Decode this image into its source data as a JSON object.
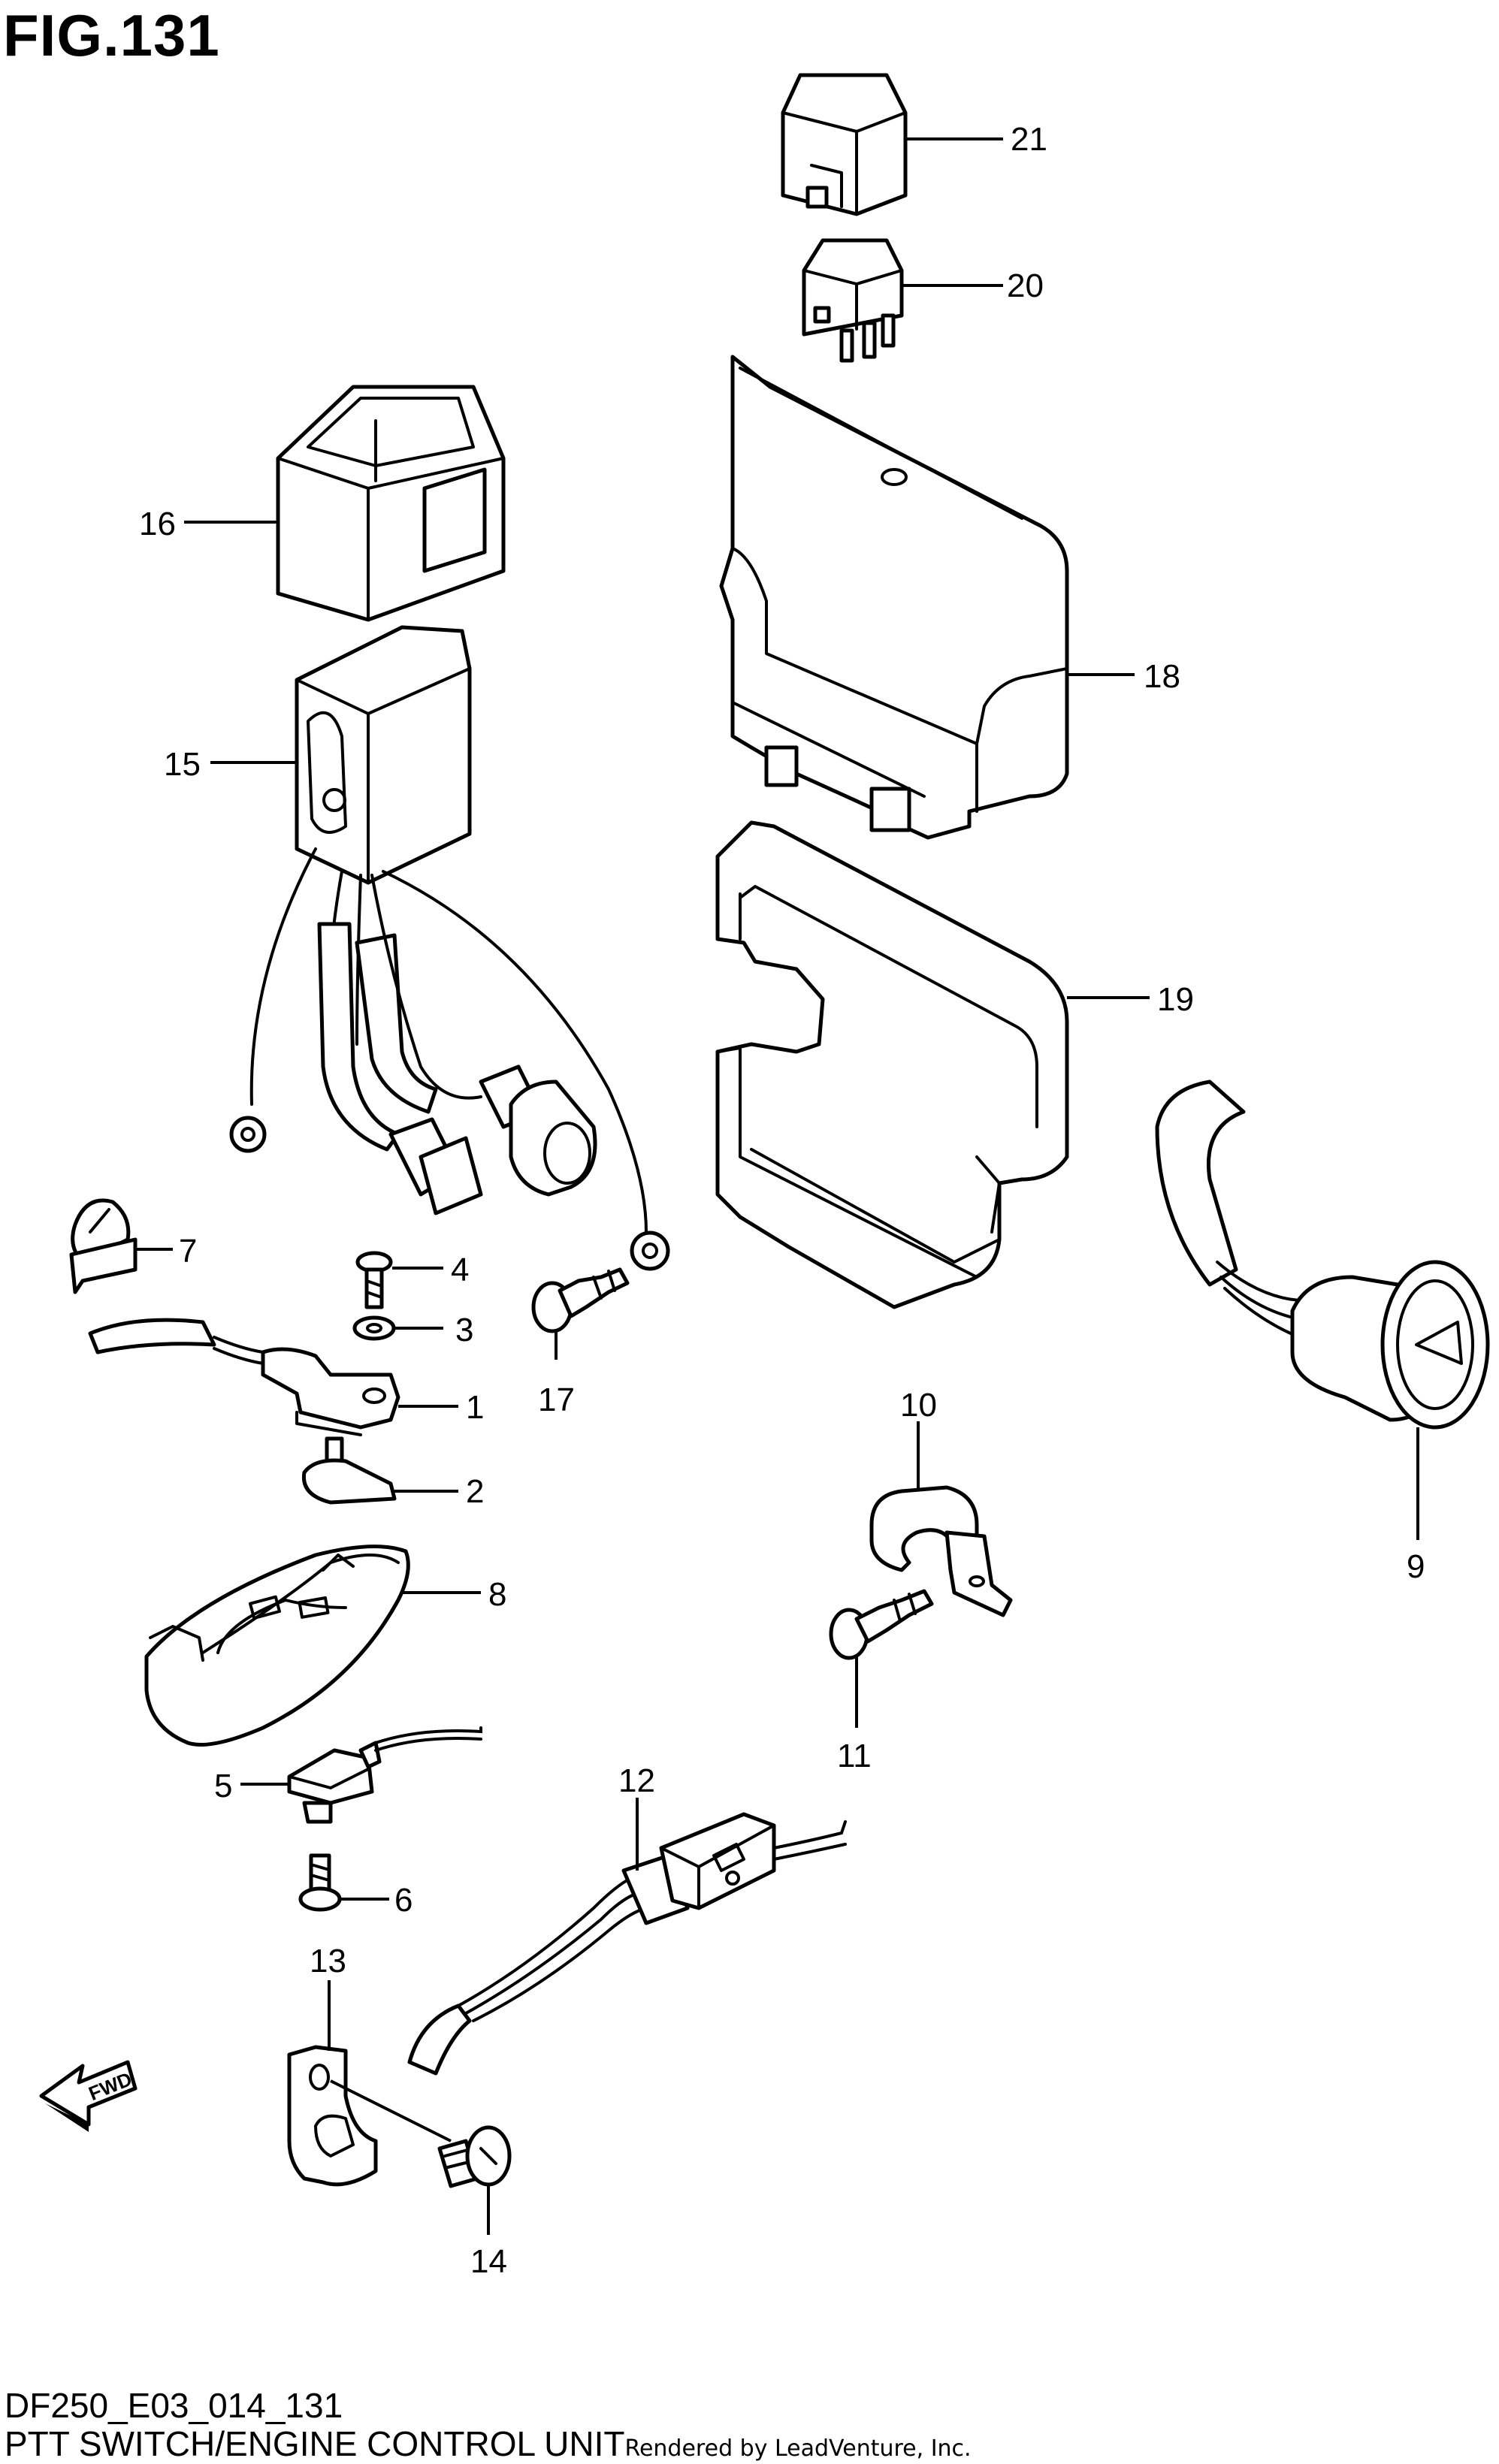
{
  "figure": {
    "title": "FIG.131"
  },
  "footer": {
    "model_code": "DF250_E03_014_131",
    "diagram_title": "PTT SWITCH/ENGINE CONTROL UNIT",
    "credit": "Rendered by LeadVenture, Inc."
  },
  "direction_marker": {
    "label": "FWD",
    "icon": "fwd-arrow-icon"
  },
  "callouts": [
    "1",
    "2",
    "3",
    "4",
    "5",
    "6",
    "7",
    "8",
    "9",
    "10",
    "11",
    "12",
    "13",
    "14",
    "15",
    "16",
    "17",
    "18",
    "19",
    "20",
    "21"
  ],
  "colors": {
    "line": "#000000",
    "background": "#ffffff"
  }
}
